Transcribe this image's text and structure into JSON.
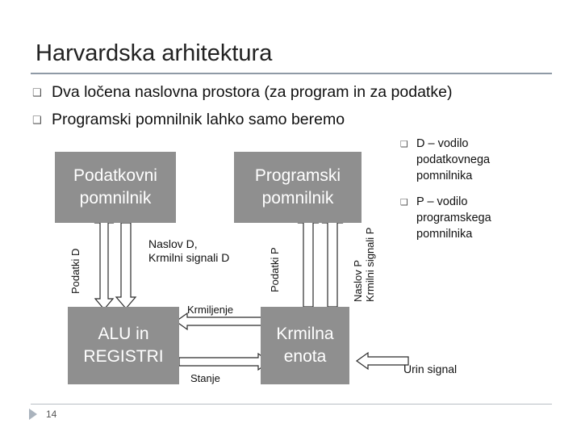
{
  "title": "Harvardska arhitektura",
  "bullets": [
    "Dva ločena naslovna prostora (za program in za podatke)",
    "Programski pomnilnik lahko samo beremo"
  ],
  "side_notes": [
    "D – vodilo podatkovnega pomnilnika",
    "P – vodilo programskega pomnilnika"
  ],
  "boxes": {
    "data_memory": "Podatkovni\npomnilnik",
    "program_memory": "Programski\npomnilnik",
    "alu": "ALU in\nREGISTRI",
    "control_unit": "Krmilna\nenota"
  },
  "labels": {
    "data_bus": "Podatki D",
    "address_d": "Naslov D,\nKrmilni signali D",
    "program_bus": "Podatki P",
    "address_p": "Naslov P\nKrmilni signali P",
    "control": "Krmiljenje",
    "status": "Stanje",
    "clock": "Urin signal"
  },
  "page_number": "14",
  "colors": {
    "box": "#8f8f8f",
    "arrow_fill": "#ffffff",
    "arrow_stroke": "#2b2b2b"
  }
}
